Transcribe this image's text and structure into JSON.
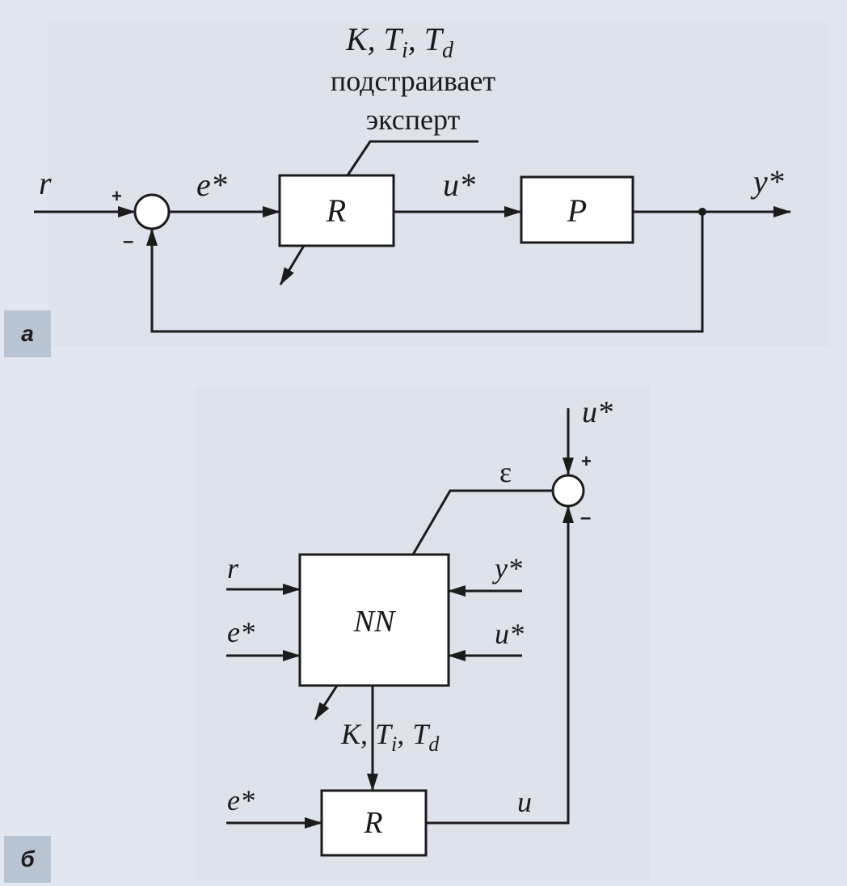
{
  "colors": {
    "background": "#e2e6ef",
    "panel_shade": "#dde2eb",
    "tag_fill": "#b9c4d3",
    "stroke": "#1b1b1b"
  },
  "panel_a": {
    "tag": "а",
    "annotation": {
      "params": "K, T",
      "sub_i": "i",
      "comma": ",",
      "td": "T",
      "sub_d": "d",
      "line1": "подстраивает",
      "line2": "эксперт"
    },
    "input_label": "r",
    "sum_plus": "+",
    "sum_minus": "–",
    "error_label": "e*",
    "controller_label": "R",
    "control_label": "u*",
    "plant_label": "P",
    "output_label": "y*"
  },
  "panel_b": {
    "tag": "б",
    "u_star_top": "u*",
    "sum_plus": "+",
    "sum_minus": "–",
    "epsilon_label": "ε",
    "nn_label": "NN",
    "in_r": "r",
    "in_e": "e*",
    "in_y": "y*",
    "in_u": "u*",
    "params_label": {
      "k": "K, T",
      "sub_i": "i",
      "comma": ",",
      "td": "T",
      "sub_d": "d"
    },
    "bottom_in_e": "e*",
    "controller_label": "R",
    "out_u": "u"
  }
}
